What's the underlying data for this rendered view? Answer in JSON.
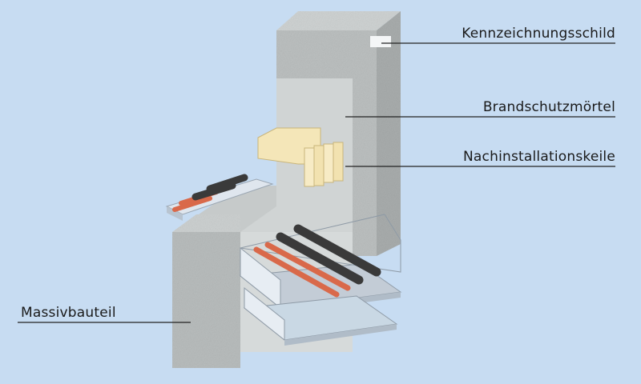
{
  "labels": {
    "kennzeichnungsschild": "Kennzeichnungsschild",
    "brandschutzmoertel": "Brandschutzmörtel",
    "nachinstallationskeile": "Nachinstallationskeile",
    "massivbauteil": "Massivbauteil"
  },
  "colors": {
    "background": "#c7dcf2",
    "concrete": "#b9bdbd",
    "mortar": "#d3d7d7",
    "cable_red": "#d9694a",
    "cable_black": "#3a3a3a",
    "wedge": "#f2e2b0",
    "tray": "#dfe6ee"
  }
}
